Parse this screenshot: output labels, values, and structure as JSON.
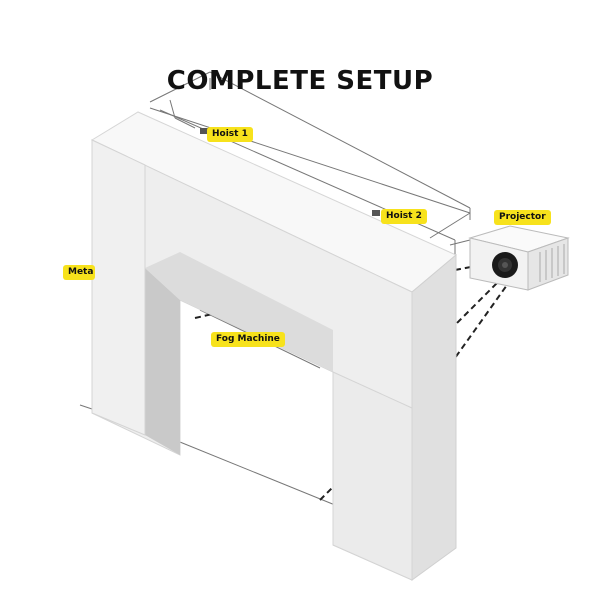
{
  "title": "COMPLETE SETUP",
  "labels": {
    "hoist1": "Hoist 1",
    "hoist2": "Hoist 2",
    "projector": "Projector",
    "metal": "Meta",
    "fog": "Fog Machine"
  },
  "colors": {
    "label_bg": "#f7e21c",
    "frame_front": "#eeeeee",
    "frame_top": "#f8f8f8",
    "frame_side": "#dddddd",
    "wire": "#333333"
  },
  "icons": [
    "projector-icon",
    "hoist-icon"
  ]
}
